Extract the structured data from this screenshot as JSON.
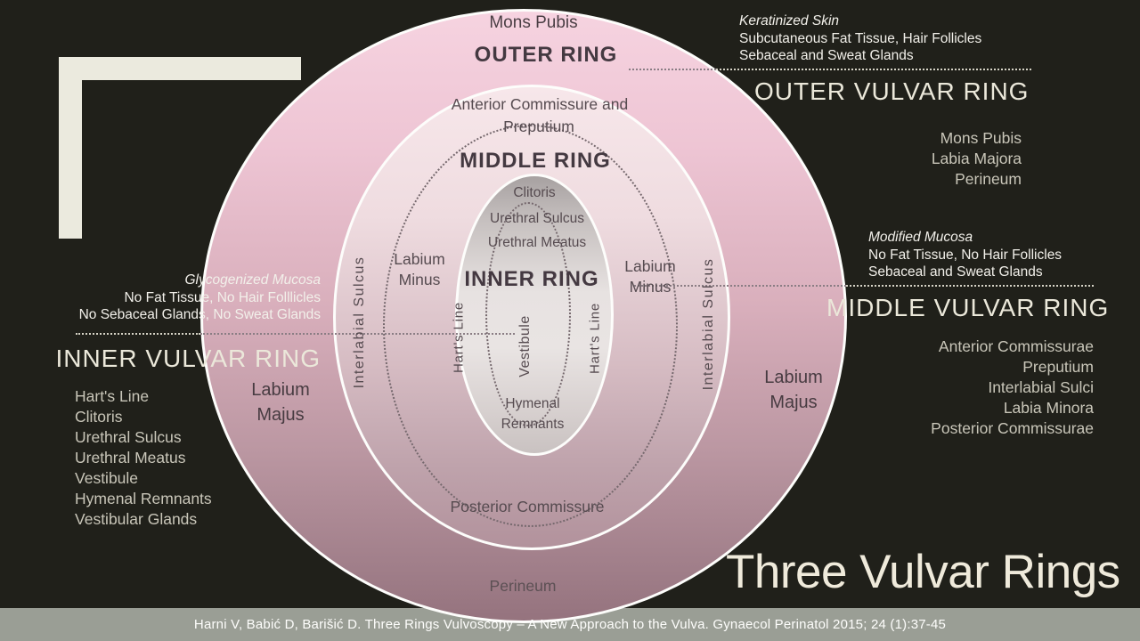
{
  "colors": {
    "background": "#20201a",
    "bottom_band": "#9a9e95",
    "bracket_cream": "#ebeade",
    "header_cream": "#ebe8da",
    "list_text": "#c9c6b9",
    "white_text": "#f2f0ea",
    "dark_label": "#4a3e44",
    "outer_ring_top": "#f6d3e0",
    "outer_ring_bottom": "#95737e",
    "middle_ring_top": "#f7e7ea",
    "middle_ring_bottom": "#b2929c",
    "inner_ring_top": "#a7a1a1",
    "inner_ring_light": "#e9e4e3",
    "title_cream": "#efeadb"
  },
  "diagram": {
    "mons_pubis": "Mons Pubis",
    "outer_ring_title": "OUTER RING",
    "anterior_line1": "Anterior Commissure and",
    "anterior_line2": "Preputium",
    "middle_ring_title": "MIDDLE RING",
    "clitoris": "Clitoris",
    "urethral_sulcus": "Urethral Sulcus",
    "urethral_meatus": "Urethral Meatus",
    "inner_ring_title": "INNER RING",
    "labium_minus_line1": "Labium",
    "labium_minus_line2": "Minus",
    "interlabial_sulcus": "Interlabial Sulcus",
    "harts_line": "Hart's Line",
    "vestibule": "Vestibule",
    "hymenal_line1": "Hymenal",
    "hymenal_line2": "Remnants",
    "posterior_commissure": "Posterior Commissure",
    "perineum": "Perineum",
    "labium_majus_line1": "Labium",
    "labium_majus_line2": "Majus"
  },
  "annotations": {
    "outer": {
      "subtitle": "Keratinized Skin",
      "desc1": "Subcutaneous Fat Tissue, Hair Follicles",
      "desc2": "Sebaceal and Sweat Glands",
      "title": "OUTER VULVAR RING",
      "items": [
        "Mons Pubis",
        "Labia Majora",
        "Perineum"
      ]
    },
    "middle": {
      "subtitle": "Modified Mucosa",
      "desc1": "No Fat Tissue, No Hair Follicles",
      "desc2": "Sebaceal and Sweat Glands",
      "title": "MIDDLE VULVAR RING",
      "items": [
        "Anterior Commissurae",
        "Preputium",
        "Interlabial Sulci",
        "Labia Minora",
        "Posterior Commissurae"
      ]
    },
    "inner": {
      "subtitle": "Glycogenized Mucosa",
      "desc1": "No Fat Tissue, No Hair Folllicles",
      "desc2": "No Sebaceal Glands, No Sweat Glands",
      "title": "INNER VULVAR RING",
      "items": [
        "Hart's Line",
        "Clitoris",
        "Urethral Sulcus",
        "Urethral Meatus",
        "Vestibule",
        "Hymenal Remnants",
        "Vestibular Glands"
      ]
    }
  },
  "footer": {
    "title": "Three Vulvar Rings",
    "citation": "Harni V, Babić D, Barišić D. Three Rings Vulvoscopy – A New Approach to the Vulva. Gynaecol Perinatol 2015; 24 (1):37-45"
  }
}
